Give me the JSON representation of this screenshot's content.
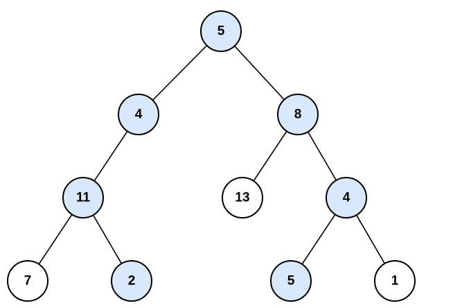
{
  "colors": {
    "highlighted_fill": "#dae8fc",
    "plain_fill": "#ffffff",
    "stroke": "#000000"
  },
  "tree": {
    "nodes": [
      {
        "id": "n1",
        "label": "5",
        "highlighted": true
      },
      {
        "id": "n2",
        "label": "4",
        "highlighted": true
      },
      {
        "id": "n3",
        "label": "8",
        "highlighted": true
      },
      {
        "id": "n4",
        "label": "11",
        "highlighted": true
      },
      {
        "id": "n5",
        "label": "13",
        "highlighted": false
      },
      {
        "id": "n6",
        "label": "4",
        "highlighted": true
      },
      {
        "id": "n7",
        "label": "7",
        "highlighted": false
      },
      {
        "id": "n8",
        "label": "2",
        "highlighted": true
      },
      {
        "id": "n9",
        "label": "5",
        "highlighted": true
      },
      {
        "id": "n10",
        "label": "1",
        "highlighted": false
      }
    ],
    "edges": [
      [
        "n1",
        "n2"
      ],
      [
        "n1",
        "n3"
      ],
      [
        "n2",
        "n4"
      ],
      [
        "n3",
        "n5"
      ],
      [
        "n3",
        "n6"
      ],
      [
        "n4",
        "n7"
      ],
      [
        "n4",
        "n8"
      ],
      [
        "n6",
        "n9"
      ],
      [
        "n6",
        "n10"
      ]
    ]
  }
}
